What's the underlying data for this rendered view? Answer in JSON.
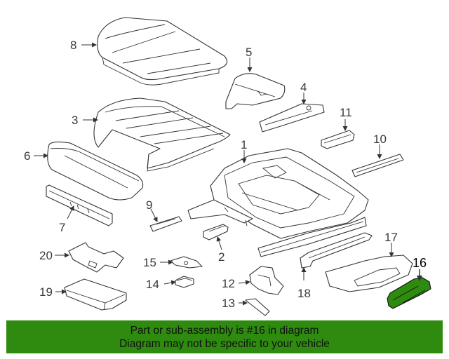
{
  "diagram": {
    "callouts": [
      {
        "id": "p1",
        "label": "1"
      },
      {
        "id": "p2",
        "label": "2"
      },
      {
        "id": "p3",
        "label": "3"
      },
      {
        "id": "p4",
        "label": "4"
      },
      {
        "id": "p5",
        "label": "5"
      },
      {
        "id": "p6",
        "label": "6"
      },
      {
        "id": "p7",
        "label": "7"
      },
      {
        "id": "p8",
        "label": "8"
      },
      {
        "id": "p9",
        "label": "9"
      },
      {
        "id": "p10",
        "label": "10"
      },
      {
        "id": "p11",
        "label": "11"
      },
      {
        "id": "p12",
        "label": "12"
      },
      {
        "id": "p13",
        "label": "13"
      },
      {
        "id": "p14",
        "label": "14"
      },
      {
        "id": "p15",
        "label": "15"
      },
      {
        "id": "p16",
        "label": "16"
      },
      {
        "id": "p17",
        "label": "17"
      },
      {
        "id": "p18",
        "label": "18"
      },
      {
        "id": "p19",
        "label": "19"
      },
      {
        "id": "p20",
        "label": "20"
      }
    ],
    "highlighted_part": "16",
    "highlight_color": "#2e8b0f"
  },
  "banner": {
    "line1": "Part or sub-assembly is #16 in diagram",
    "line2": "Diagram may not be specific to your vehicle",
    "background": "#2e8b0f"
  }
}
